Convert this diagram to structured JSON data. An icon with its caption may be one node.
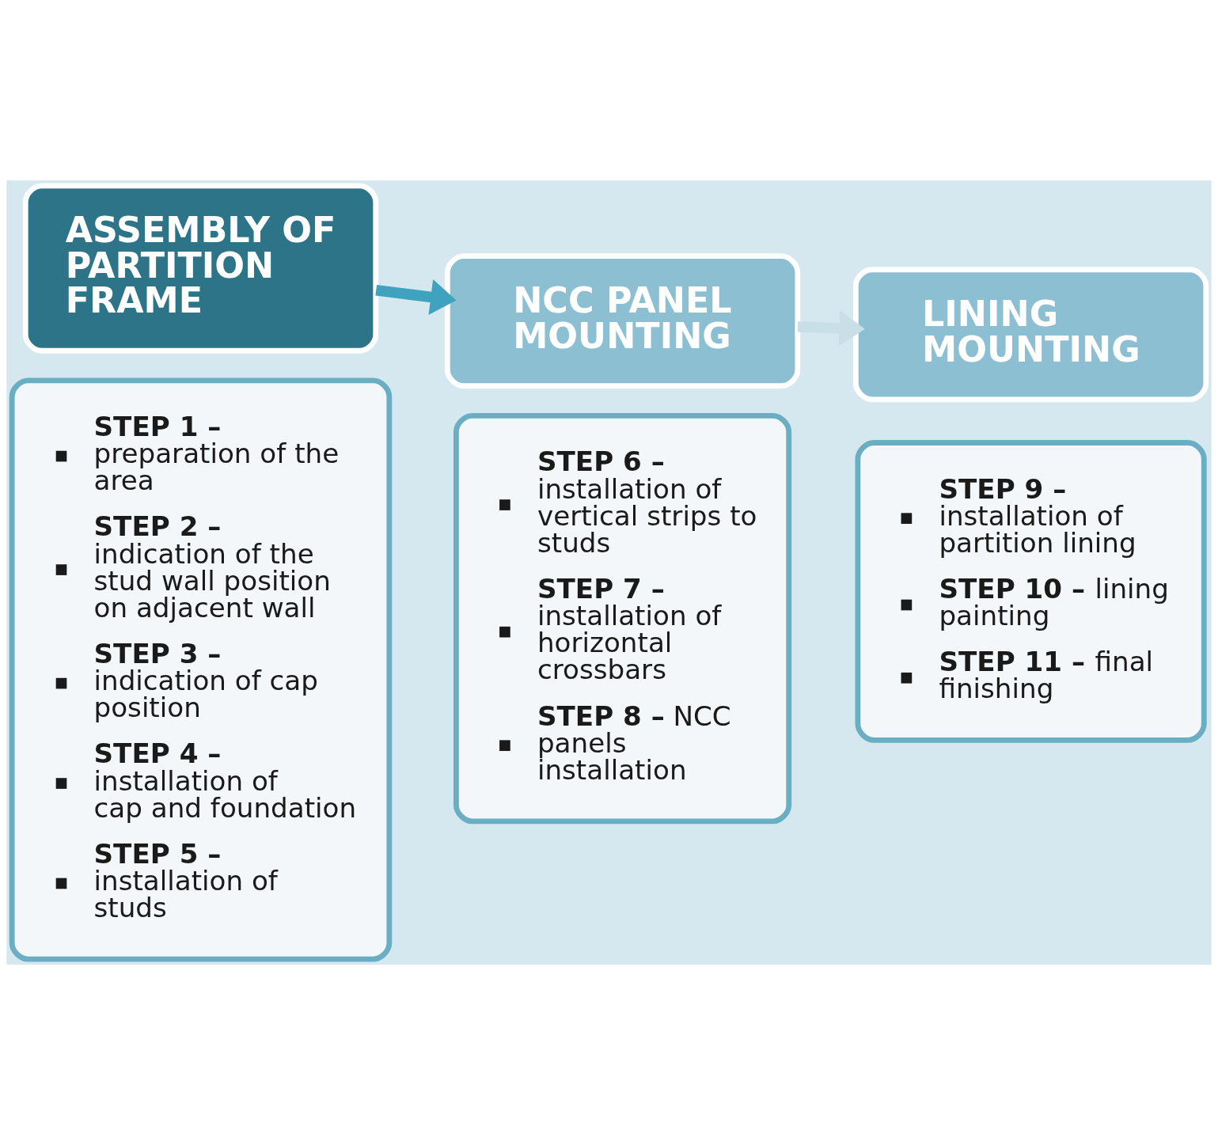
{
  "diagram": {
    "nodes": [
      {
        "text": [
          "ASSEMBLY OF PARTITION FRAME"
        ]
      },
      {
        "text": [
          "**STEP 1 –** preparation of the area",
          "**STEP 2 –** indication of the stud wall position on adjacent wall",
          "**STEP 3 –** indication of cap position",
          "**STEP 4 –** installation of cap and foundation",
          "**STEP 5 –** installation of studs"
        ]
      },
      {
        "text": [
          "NCC PANEL MOUNTING"
        ]
      },
      {
        "text": [
          "**STEP 6 –** installation of vertical strips to studs",
          "**STEP 7 –** installation of horizontal crossbars",
          "**STEP 8 –** NCC panels installation"
        ]
      },
      {
        "text": [
          "LINING MOUNTING"
        ]
      },
      {
        "text": [
          "**STEP 9 –** installation of partition lining",
          "**STEP 10 –** lining painting",
          "**STEP 11 –** final finishing"
        ]
      }
    ],
    "edges": [
      {
        "from": 0,
        "to": 2,
        "arrow": "to"
      },
      {
        "from": 2,
        "to": 4,
        "arrow": "to",
        "color": "#c9dfe8"
      }
    ]
  }
}
